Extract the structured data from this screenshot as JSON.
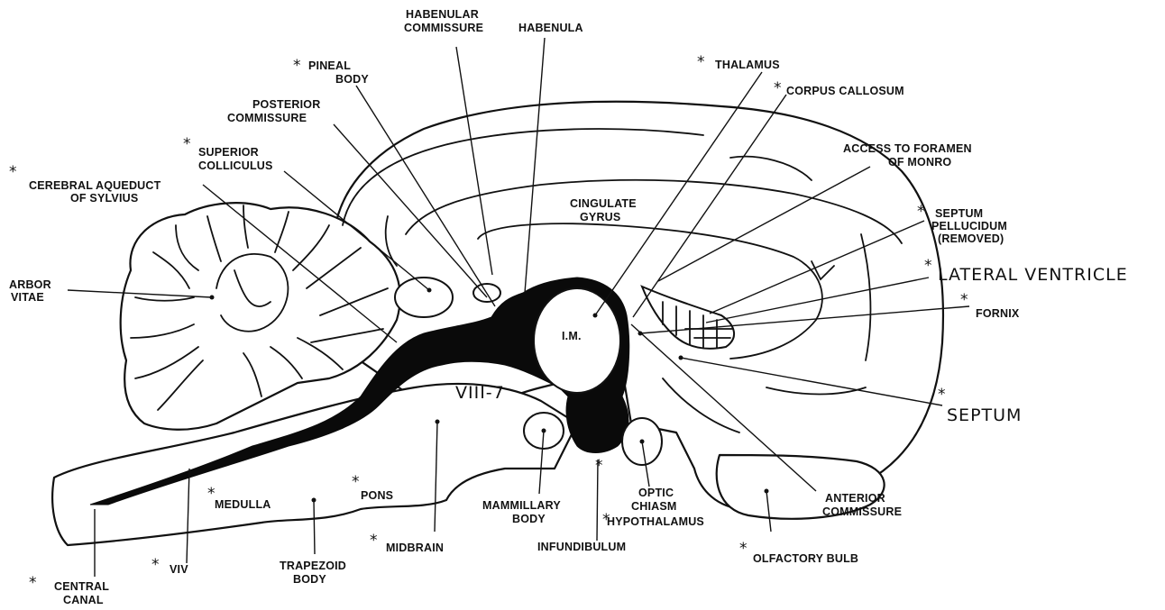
{
  "labels": {
    "habenular_commissure_1": "HABENULAR",
    "habenular_commissure_2": "COMMISSURE",
    "habenula": "HABENULA",
    "pineal_body_1": "PINEAL",
    "pineal_body_2": "BODY",
    "thalamus": "THALAMUS",
    "corpus_callosum": "CORPUS CALLOSUM",
    "posterior_commissure_1": "POSTERIOR",
    "posterior_commissure_2": "COMMISSURE",
    "access_foramen_1": "ACCESS TO FORAMEN",
    "access_foramen_2": "OF MONRO",
    "superior_colliculus_1": "SUPERIOR",
    "superior_colliculus_2": "COLLICULUS",
    "cerebral_aqueduct_1": "CEREBRAL AQUEDUCT",
    "cerebral_aqueduct_2": "OF SYLVIUS",
    "cingulate_gyrus_1": "CINGULATE",
    "cingulate_gyrus_2": "GYRUS",
    "septum_pellucidum_1": "SEPTUM",
    "septum_pellucidum_2": "PELLUCIDUM",
    "septum_pellucidum_3": "(REMOVED)",
    "arbor_vitae_1": "ARBOR",
    "arbor_vitae_2": "VITAE",
    "lateral_ventricle": "LATERAL VENTRICLE",
    "fornix": "FORNIX",
    "im": "I.M.",
    "viii_7": "VIII-7",
    "septum": "SEPTUM",
    "medulla": "MEDULLA",
    "pons": "PONS",
    "mammillary_body_1": "MAMMILLARY",
    "mammillary_body_2": "BODY",
    "optic_chiasm_1": "OPTIC",
    "optic_chiasm_2": "CHIASM",
    "anterior_commissure_1": "ANTERIOR",
    "anterior_commissure_2": "COMMISSURE",
    "hypothalamus": "HYPOTHALAMUS",
    "midbrain": "MIDBRAIN",
    "infundibulum": "INFUNDIBULUM",
    "olfactory_bulb": "OLFACTORY BULB",
    "trapezoid_body_1": "TRAPEZOID",
    "trapezoid_body_2": "BODY",
    "viv": "VIV",
    "central_canal_1": "CENTRAL",
    "central_canal_2": "CANAL"
  },
  "marker": "*"
}
